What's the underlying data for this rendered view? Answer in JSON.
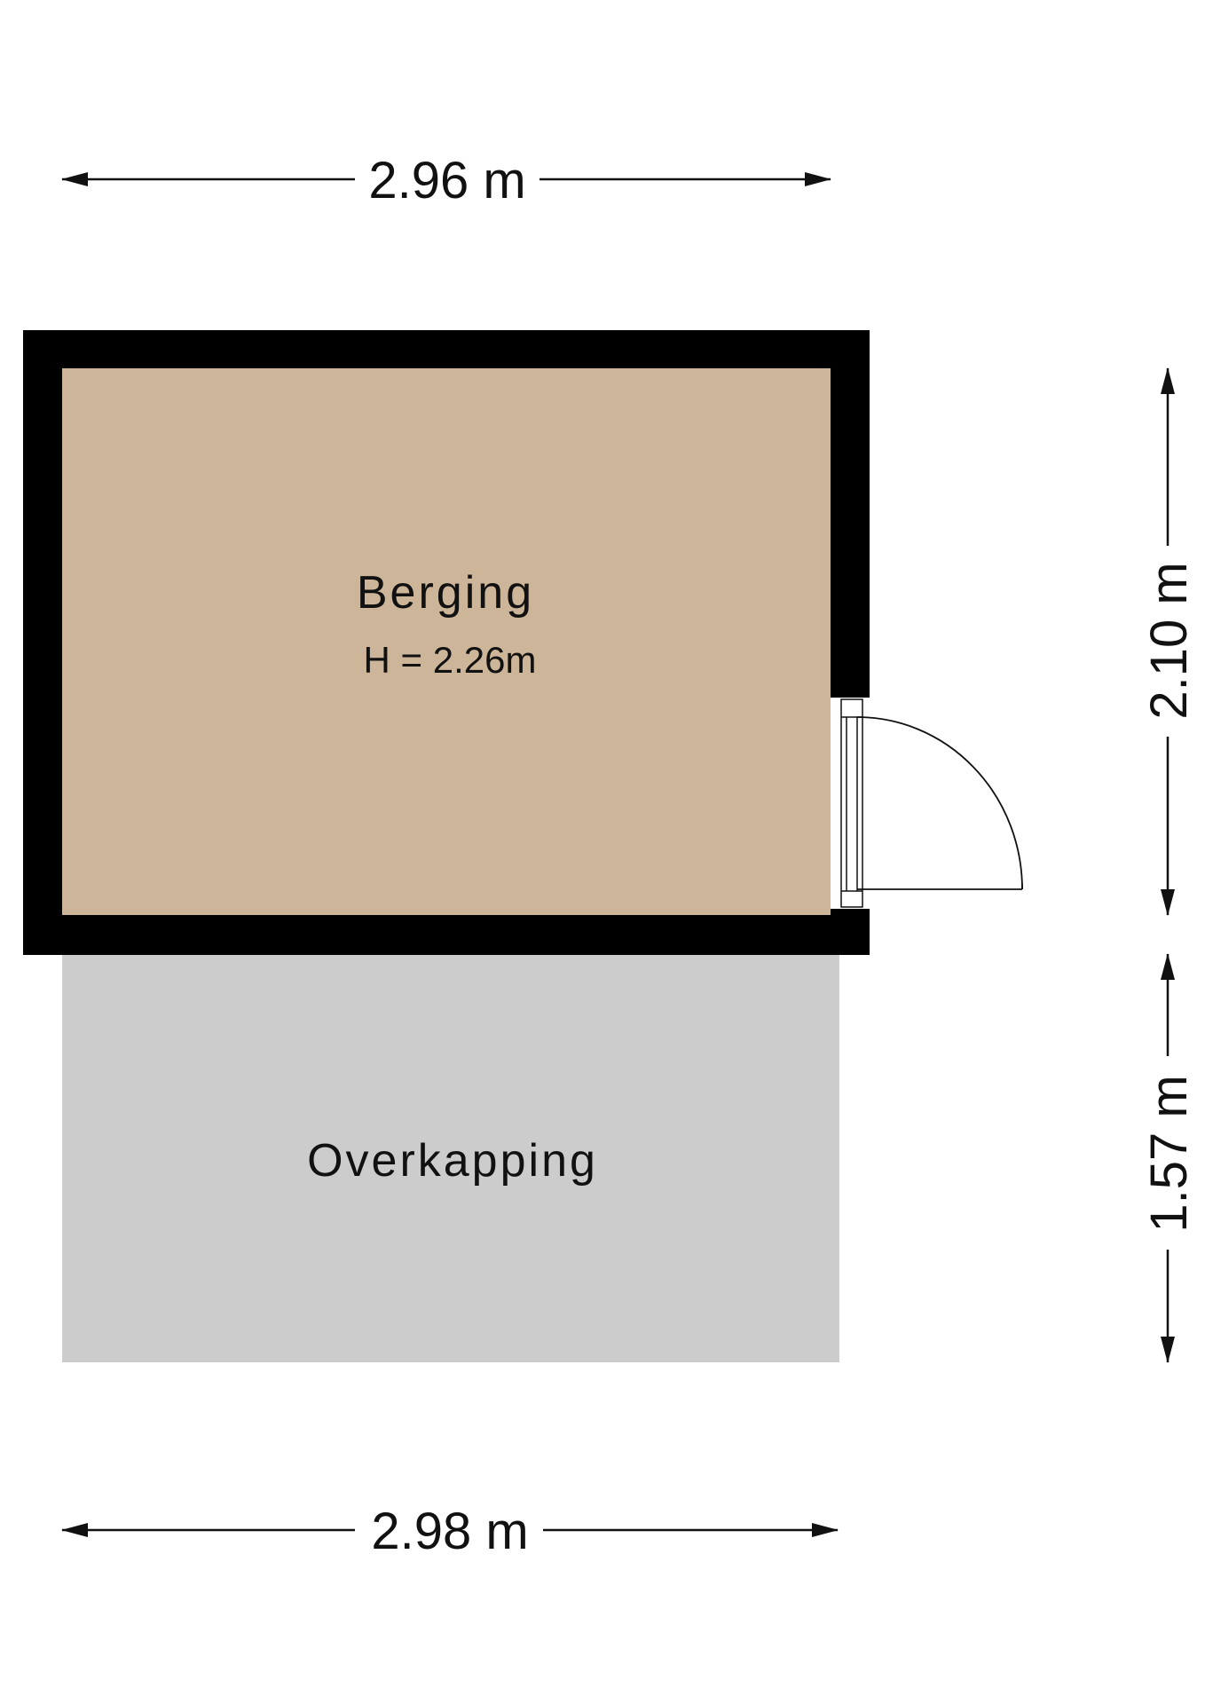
{
  "dimensions": {
    "top_width": "2.96 m",
    "bottom_width": "2.98 m",
    "right_upper_height": "2.10 m",
    "right_lower_height": "1.57 m"
  },
  "rooms": {
    "berging": {
      "name": "Berging",
      "height": "H = 2.26m"
    },
    "overkapping": {
      "name": "Overkapping"
    }
  },
  "colors": {
    "wall": "#000000",
    "berging_floor": "#ccb599",
    "overkapping_floor": "#cccccc",
    "line": "#111111"
  }
}
